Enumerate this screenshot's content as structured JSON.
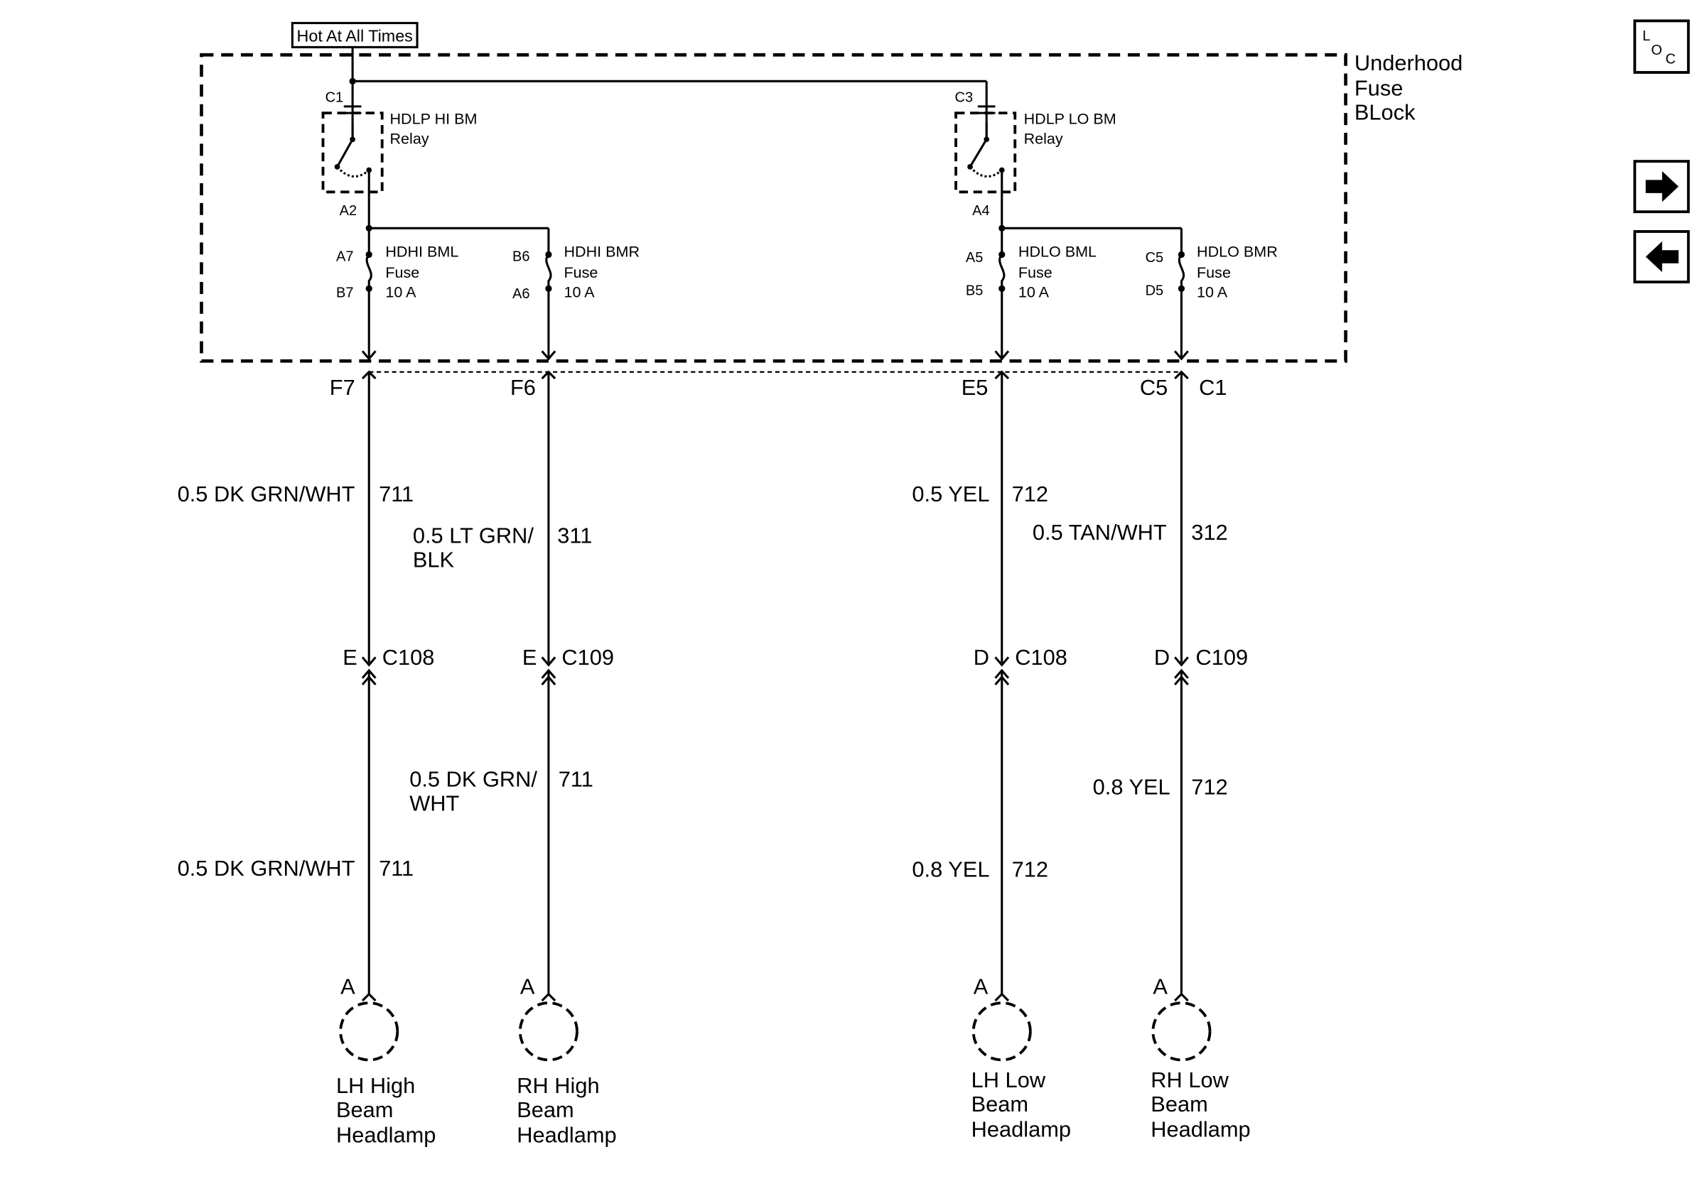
{
  "power_label": "Hot At All Times",
  "fuse_block": {
    "lines": [
      "Underhood",
      "Fuse",
      "BLock"
    ]
  },
  "nav": {
    "loc_l": "L",
    "loc_o": "O",
    "loc_c": "C"
  },
  "relays": [
    {
      "pin_in": "C1",
      "pin_out": "A2",
      "name": "HDLP HI BM",
      "type": "Relay"
    },
    {
      "pin_in": "C3",
      "pin_out": "A4",
      "name": "HDLP LO BM",
      "type": "Relay"
    }
  ],
  "fuses": [
    {
      "pin_top": "A7",
      "pin_bot": "B7",
      "name": "HDHI BML",
      "type": "Fuse",
      "rating": "10 A"
    },
    {
      "pin_top": "B6",
      "pin_bot": "A6",
      "name": "HDHI BMR",
      "type": "Fuse",
      "rating": "10 A"
    },
    {
      "pin_top": "A5",
      "pin_bot": "B5",
      "name": "HDLO BML",
      "type": "Fuse",
      "rating": "10 A"
    },
    {
      "pin_top": "C5",
      "pin_bot": "D5",
      "name": "HDLO BMR",
      "type": "Fuse",
      "rating": "10 A"
    }
  ],
  "block_connectors": [
    "F7",
    "F6",
    "E5",
    "C5"
  ],
  "block_connector_extra": "C1",
  "upper_wires": [
    {
      "color": "0.5 DK GRN/WHT",
      "circuit": "711"
    },
    {
      "color": [
        "0.5 LT GRN/",
        "BLK"
      ],
      "circuit": "311"
    },
    {
      "color": "0.5 YEL",
      "circuit": "712"
    },
    {
      "color": "0.5 TAN/WHT",
      "circuit": "312"
    }
  ],
  "inline_connectors": [
    {
      "pin": "E",
      "name": "C108"
    },
    {
      "pin": "E",
      "name": "C109"
    },
    {
      "pin": "D",
      "name": "C108"
    },
    {
      "pin": "D",
      "name": "C109"
    }
  ],
  "lower_wires": [
    {
      "color": "0.5 DK GRN/WHT",
      "circuit": "711"
    },
    {
      "color": [
        "0.5 DK GRN/",
        "WHT"
      ],
      "circuit": "711"
    },
    {
      "color": "0.8 YEL",
      "circuit": "712"
    },
    {
      "color": "0.8 YEL",
      "circuit": "712"
    }
  ],
  "lamps": [
    {
      "pin": "A",
      "lines": [
        "LH High",
        "Beam",
        "Headlamp"
      ]
    },
    {
      "pin": "A",
      "lines": [
        "RH High",
        "Beam",
        "Headlamp"
      ]
    },
    {
      "pin": "A",
      "lines": [
        "LH Low",
        "Beam",
        "Headlamp"
      ]
    },
    {
      "pin": "A",
      "lines": [
        "RH Low",
        "Beam",
        "Headlamp"
      ]
    }
  ]
}
